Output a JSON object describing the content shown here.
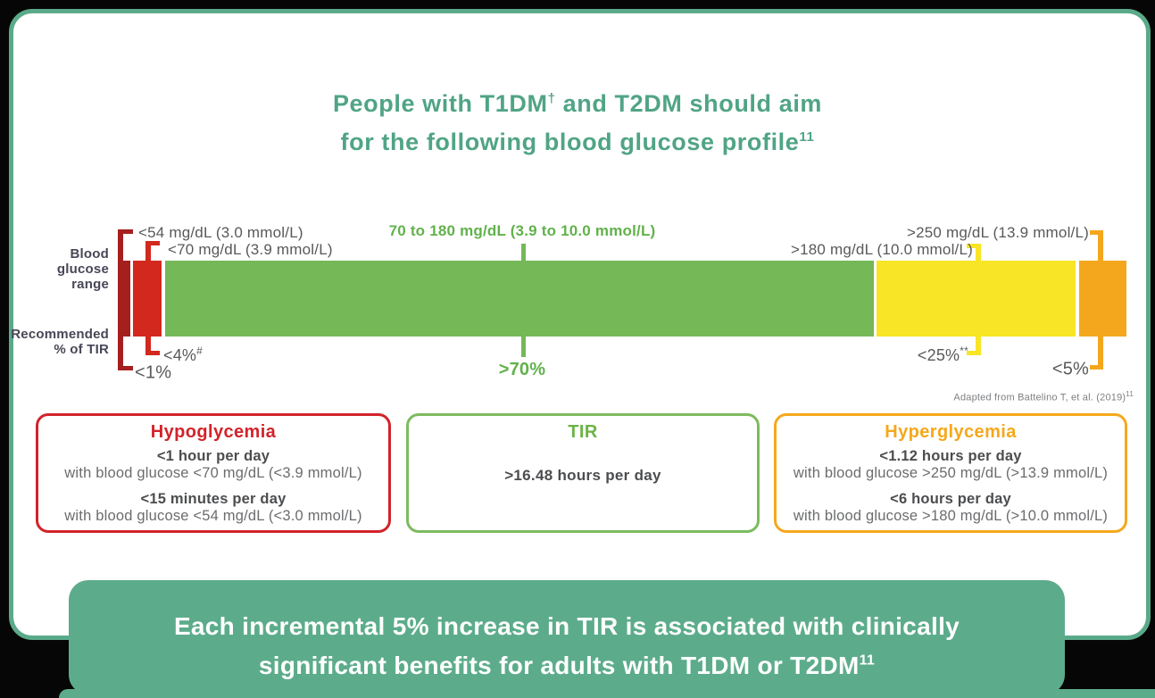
{
  "page": {
    "background_color": "#060606",
    "card_border_color": "#5AAA8A"
  },
  "title": {
    "line1": "People with T1DM",
    "line1_sup": "†",
    "line1_rest": " and T2DM should aim",
    "line2": "for the following blood glucose profile",
    "line2_sup": "11",
    "color": "#50A485"
  },
  "chart_data": {
    "type": "bar",
    "orientation": "horizontal-stacked",
    "title": "Blood glucose profile bar (time in range)",
    "row_labels": {
      "top": "Blood glucose range",
      "bottom": "Recommended % of TIR"
    },
    "segments": [
      {
        "id": "very-low",
        "glucose_range": "<54 mg/dL (3.0 mmol/L)",
        "recommended_tir": "<1%",
        "tir_sup": "",
        "color": "#A51F1F",
        "drawn_width_pct": 1.2
      },
      {
        "id": "low",
        "glucose_range": "<70 mg/dL (3.9 mmol/L)",
        "recommended_tir": "<4%",
        "tir_sup": "#",
        "color": "#D2281E",
        "drawn_width_pct": 2.8
      },
      {
        "id": "in-range",
        "glucose_range": "70 to 180 mg/dL (3.9 to 10.0 mmol/L)",
        "recommended_tir": ">70%",
        "tir_sup": "",
        "color": "#74B857",
        "label_color": "#62B14C",
        "drawn_width_pct": 70.3
      },
      {
        "id": "high",
        "glucose_range": ">180 mg/dL (10.0 mmol/L)",
        "recommended_tir": "<25%",
        "tir_sup": "**",
        "color": "#F8E525",
        "drawn_width_pct": 19.8
      },
      {
        "id": "very-high",
        "glucose_range": ">250 mg/dL (13.9 mmol/L)",
        "recommended_tir": "<5%",
        "tir_sup": "",
        "color": "#F4A71D",
        "drawn_width_pct": 4.9
      }
    ],
    "attribution": "Adapted from Battelino T, et al. (2019)",
    "attribution_sup": "11",
    "legend_position": "none",
    "grid": false
  },
  "boxes": [
    {
      "title": "Hypoglycemia",
      "accent": "#D2232A",
      "rows": [
        {
          "bold": "<1 hour per day",
          "text": "with blood glucose <70 mg/dL (<3.9 mmol/L)"
        },
        {
          "bold": "<15 minutes per day",
          "text": "with blood glucose <54 mg/dL (<3.0 mmol/L)"
        }
      ]
    },
    {
      "title": "TIR",
      "accent": "#6CB345",
      "border_color": "#7CBB5E",
      "value": ">16.48 hours per day"
    },
    {
      "title": "Hyperglycemia",
      "accent": "#F5A81C",
      "rows": [
        {
          "bold": "<1.12 hours per day",
          "text": "with blood glucose >250 mg/dL (>13.9 mmol/L)"
        },
        {
          "bold": "<6 hours per day",
          "text": "with blood glucose >180 mg/dL (>10.0 mmol/L)"
        }
      ]
    }
  ],
  "banner": {
    "line1": "Each incremental 5% increase in TIR is associated with clinically",
    "line2": "significant benefits for adults with T1DM or T2DM",
    "line2_sup": "11",
    "background": "#5CAC8B",
    "text_color": "#FFFFFF"
  }
}
